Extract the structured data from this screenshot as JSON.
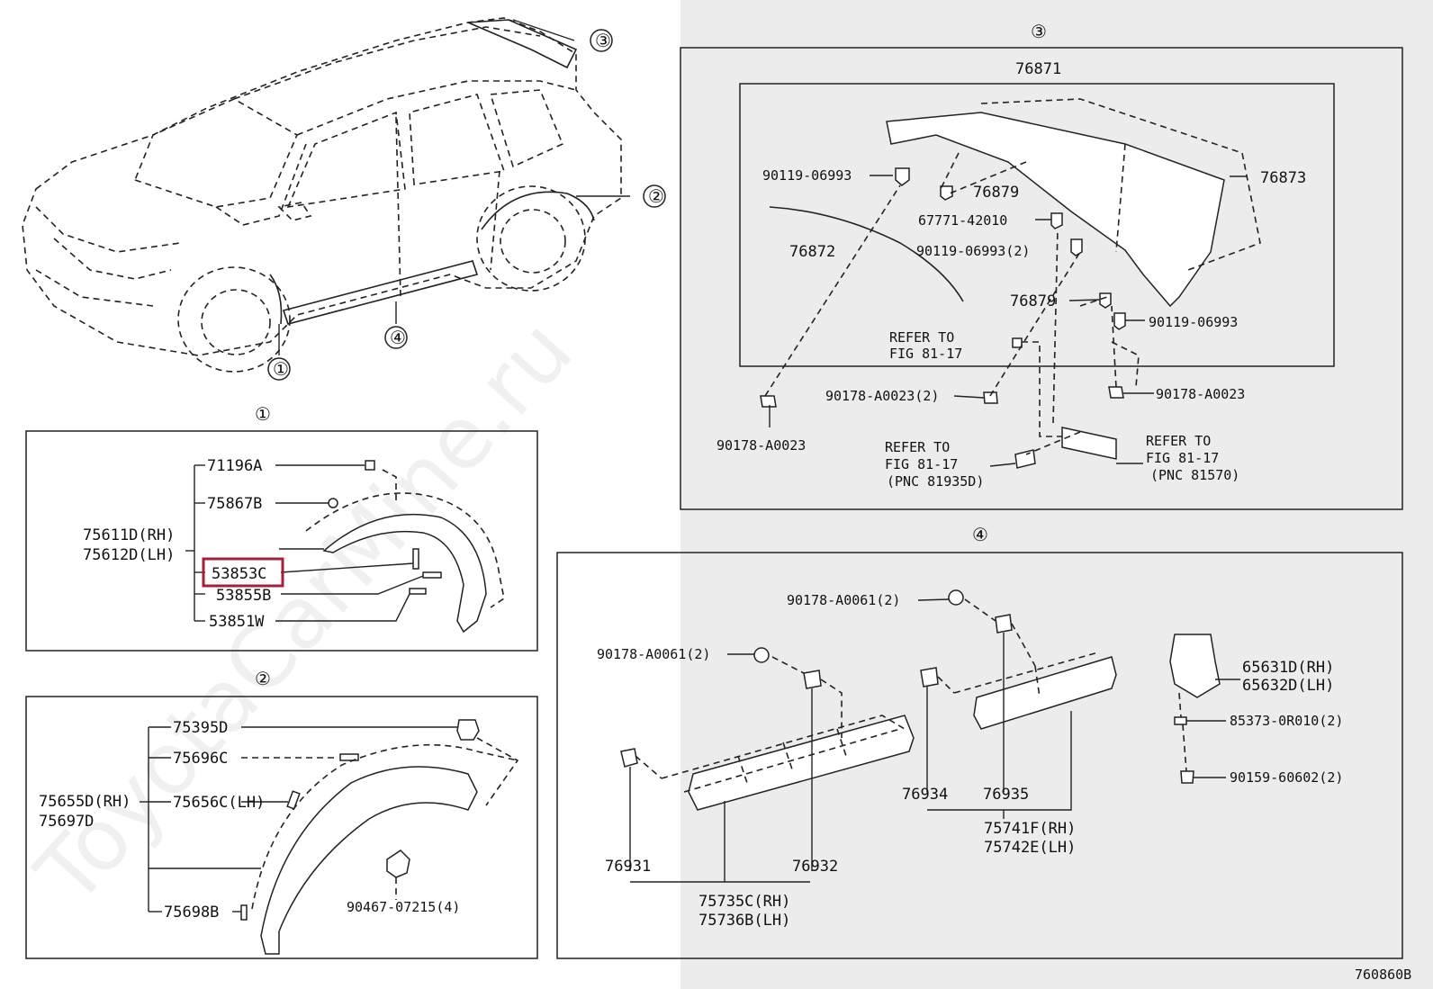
{
  "diagram": {
    "code": "760860B",
    "watermark": "ToyotaCarMine.ru",
    "overview_callouts": [
      "③",
      "②",
      "④",
      "①"
    ],
    "section1": {
      "marker": "①",
      "labels": [
        "71196A",
        "75867B",
        "75611D(RH)",
        "75612D(LH)",
        "53853C",
        "53855B",
        "53851W"
      ],
      "highlighted": "53853C"
    },
    "section2": {
      "marker": "②",
      "labels": [
        "75395D",
        "75696C",
        "75655D(RH)",
        "75656C(LH)",
        "75697D",
        "90467-07215(4)",
        "75698B"
      ]
    },
    "section3": {
      "marker": "③",
      "labels": [
        "76871",
        "90119-06993",
        "76879",
        "76873",
        "67771-42010",
        "90119-06993(2)",
        "76872",
        "76879",
        "90119-06993",
        "REFER TO",
        "FIG 81-17",
        "90178-A0023(2)",
        "90178-A0023",
        "90178-A0023",
        "REFER TO",
        "FIG 81-17",
        "(PNC 81935D)",
        "REFER TO",
        "FIG 81-17",
        "(PNC 81570)"
      ]
    },
    "section4": {
      "marker": "④",
      "labels": [
        "90178-A0061(2)",
        "90178-A0061(2)",
        "65631D(RH)",
        "65632D(LH)",
        "85373-0R010(2)",
        "90159-60602(2)",
        "76934",
        "76935",
        "75741F(RH)",
        "75742E(LH)",
        "76931",
        "76932",
        "75735C(RH)",
        "75736B(LH)"
      ]
    },
    "colors": {
      "line": "#222222",
      "highlight": "#a61f3a",
      "right_panel_bg": "#ececec"
    }
  }
}
